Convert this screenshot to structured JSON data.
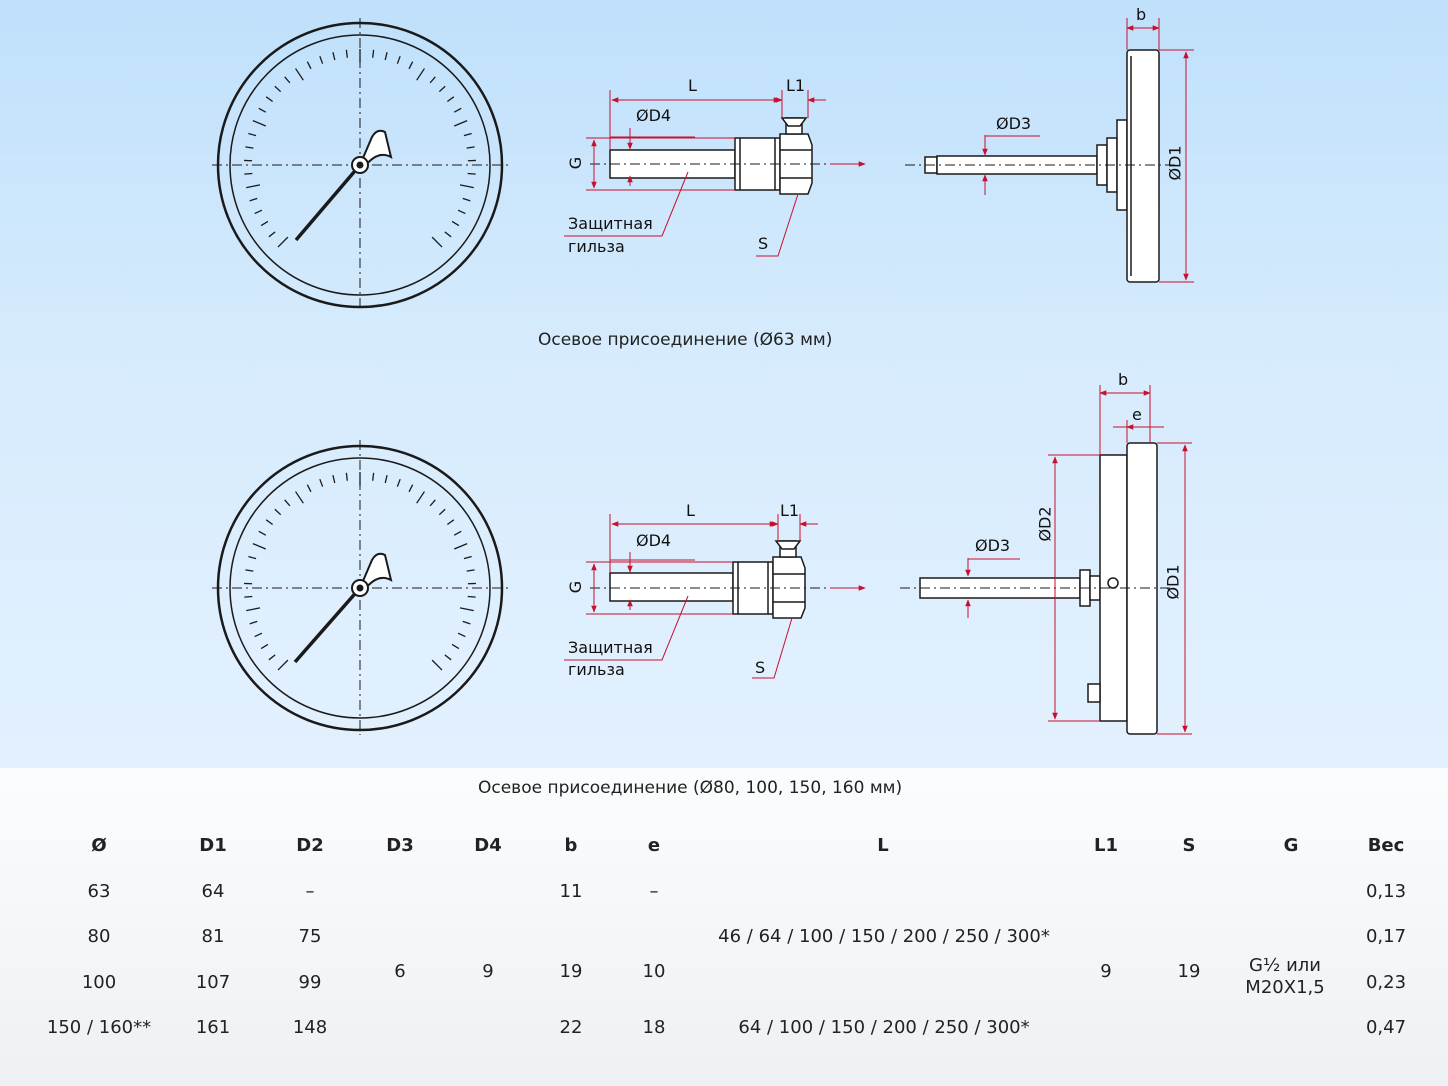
{
  "figure1": {
    "caption": "Осевое присоединение (Ø63 мм)",
    "labels": {
      "L": "L",
      "L1": "L1",
      "D4": "ØD4",
      "G": "G",
      "sleeve_line1": "Защитная",
      "sleeve_line2": "гильза",
      "S": "S",
      "D3": "ØD3",
      "D1": "ØD1",
      "b": "b"
    }
  },
  "figure2": {
    "caption": "Осевое присоединение (Ø80, 100, 150, 160 мм)",
    "labels": {
      "L": "L",
      "L1": "L1",
      "D4": "ØD4",
      "G": "G",
      "sleeve_line1": "Защитная",
      "sleeve_line2": "гильза",
      "S": "S",
      "D3": "ØD3",
      "D2": "ØD2",
      "D1": "ØD1",
      "b": "b",
      "e": "e"
    }
  },
  "table": {
    "headers": {
      "dia": "Ø",
      "D1": "D1",
      "D2": "D2",
      "D3": "D3",
      "D4": "D4",
      "b": "b",
      "e": "e",
      "L": "L",
      "L1": "L1",
      "S": "S",
      "G": "G",
      "weight": "Вес"
    },
    "rows": [
      {
        "dia": "63",
        "D1": "64",
        "D2": "–",
        "b": "11",
        "e": "–",
        "weight": "0,13"
      },
      {
        "dia": "80",
        "D1": "81",
        "D2": "75",
        "weight": "0,17"
      },
      {
        "dia": "100",
        "D1": "107",
        "D2": "99",
        "weight": "0,23"
      },
      {
        "dia": "150 / 160**",
        "D1": "161",
        "D2": "148",
        "b": "22",
        "e": "18",
        "weight": "0,47"
      }
    ],
    "shared": {
      "D3": "6",
      "D4": "9",
      "b_80_100": "19",
      "e_80_100": "10",
      "L_63_100": "46 / 64 / 100 / 150 / 200 / 250 / 300*",
      "L_150": "64 / 100 / 150 / 200 / 250 / 300*",
      "L1": "9",
      "S": "19",
      "G_line1": "G½ или",
      "G_line2": "M20X1,5"
    }
  },
  "colors": {
    "line": "#1a1a1a",
    "dimension": "#c8102e",
    "background_top": "#bfe0fb",
    "background_bottom": "#f4f6f8"
  }
}
